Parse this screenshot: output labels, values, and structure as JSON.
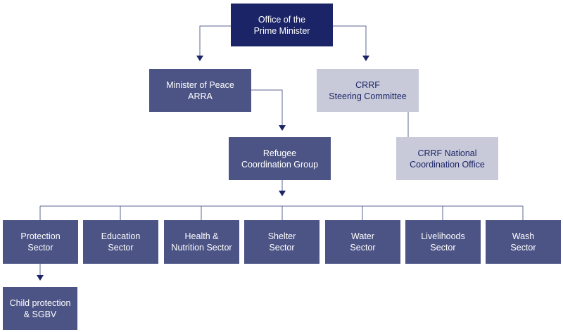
{
  "colors": {
    "top": "#1b2466",
    "mid": "#4c5485",
    "light": "#c8cad9",
    "connector": "#4c5485"
  },
  "nodes": {
    "pm_office": "Office of the\nPrime Minister",
    "arra": "Minister of Peace\nARRA",
    "steering": "CRRF\nSteering Committee",
    "refugee_group": "Refugee\nCoordination Group",
    "national_office": "CRRF National\nCoordination Office",
    "sectors": [
      "Protection\nSector",
      "Education\nSector",
      "Health &\nNutrition Sector",
      "Shelter\nSector",
      "Water\nSector",
      "Livelihoods\nSector",
      "Wash\nSector"
    ],
    "child_protection": "Child protection\n& SGBV"
  }
}
